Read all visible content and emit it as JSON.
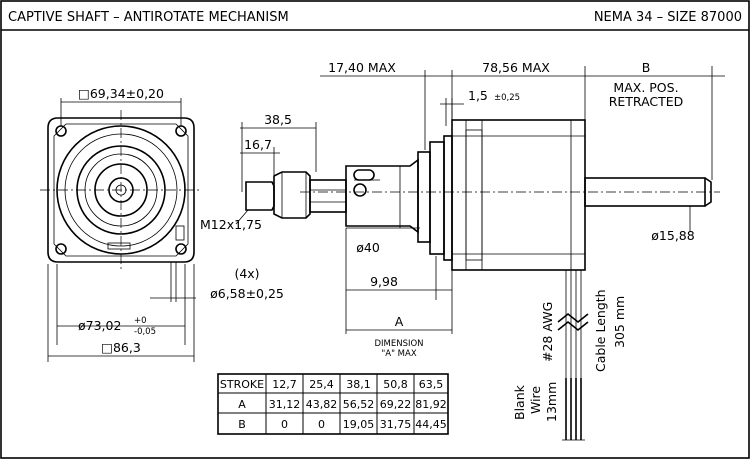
{
  "header": {
    "title_left": "CAPTIVE SHAFT – ANTIROTATE MECHANISM",
    "title_right": "NEMA 34 – SIZE 87000"
  },
  "front_view": {
    "flange_dim": "□69,34±0,20",
    "hole_qty": "(4x)",
    "hole_dim": "ø6,58±0,25",
    "body_dim_main": "ø73,02",
    "body_dim_tol_upper": "+0",
    "body_dim_tol_lower": "-0,05",
    "overall_dim": "□86,3"
  },
  "side_view": {
    "dim_17_40": "17,40 MAX",
    "dim_78_56": "78,56 MAX",
    "dim_b": "B",
    "max_pos_line1": "MAX. POS.",
    "max_pos_line2": "RETRACTED",
    "dim_1_5_main": "1,5",
    "dim_1_5_tol": "±0,25",
    "dim_38_5": "38,5",
    "dim_16_7": "16,7",
    "thread": "M12x1,75",
    "dia_40": "ø40",
    "dim_9_98": "9,98",
    "dia_15_88": "ø15,88",
    "dim_a": "A",
    "dim_a_note_line1": "DIMENSION",
    "dim_a_note_line2": "\"A\" MAX"
  },
  "wires": {
    "awg": "#28 AWG",
    "cable_line1": "Cable Length",
    "cable_line2": "305 mm",
    "blank_line1": "Blank",
    "blank_line2": "Wire",
    "blank_line3": "13mm"
  },
  "table": {
    "headers": [
      "STROKE",
      "12,7",
      "25,4",
      "38,1",
      "50,8",
      "63,5"
    ],
    "rows": [
      [
        "A",
        "31,12",
        "43,82",
        "56,52",
        "69,22",
        "81,92"
      ],
      [
        "B",
        "0",
        "0",
        "19,05",
        "31,75",
        "44,45"
      ]
    ]
  }
}
